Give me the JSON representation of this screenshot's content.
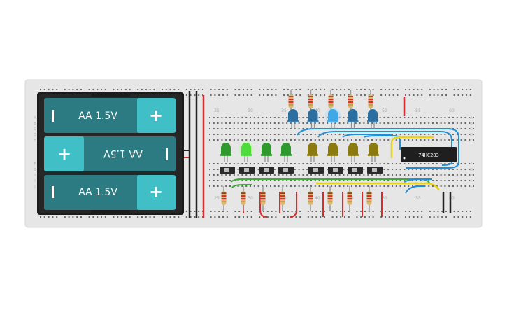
{
  "batteries": [
    {
      "label": "AA 1.5V",
      "plus": "+",
      "minus": "I",
      "flipped": false
    },
    {
      "label": "AA 1.5V",
      "plus": "+",
      "minus": "I",
      "flipped": true
    },
    {
      "label": "AA 1.5V",
      "plus": "+",
      "minus": "I",
      "flipped": false
    }
  ],
  "column_numbers": [
    "25",
    "30",
    "35",
    "40",
    "45",
    "50",
    "55",
    "60"
  ],
  "row_letters_top": [
    "A",
    "B",
    "C",
    "D",
    "E"
  ],
  "row_letters_bottom": [
    "F",
    "G",
    "H",
    "I",
    "J"
  ],
  "chip": {
    "label": "74HC283"
  },
  "components": {
    "blue_led_count": 5,
    "green_led_count": 4,
    "olive_led_count": 4,
    "switch_count": 8,
    "top_resistor_count": 5,
    "bottom_resistor_count": 8
  },
  "colors": {
    "breadboard": "#e6e6e6",
    "battery_body": "#2d7b82",
    "battery_cap": "#40bfc6",
    "wire_red": "#d92b2b",
    "wire_blue": "#1e8fd6",
    "wire_green": "#42a83a",
    "wire_yellow": "#e8d21a",
    "wire_black": "#222222",
    "led_blue": "#2b6fa0",
    "led_green": "#2e9a2e",
    "led_olive": "#8a7a10"
  }
}
